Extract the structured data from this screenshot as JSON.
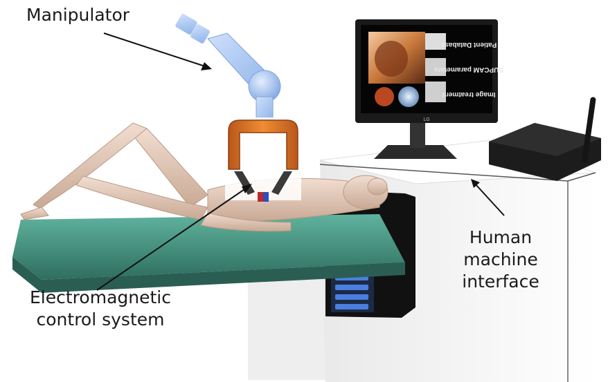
{
  "labels": {
    "manipulator": "Manipulator",
    "electromagnetic_line1": "Electromagnetic",
    "electromagnetic_line2": "control system",
    "hmi_line1": "Human",
    "hmi_line2": "machine",
    "hmi_line3": "interface"
  },
  "monitor": {
    "brand": "LG",
    "panels": [
      "Patient Database",
      "SUPCAM parameters",
      "Image treatment"
    ]
  },
  "colors": {
    "manipulator_arm": "#a9c8f2",
    "coil": "#d9731f",
    "table": "#4f9c8a",
    "cabinet": "#f6f6f6",
    "control_box": "#1c1c1c"
  }
}
